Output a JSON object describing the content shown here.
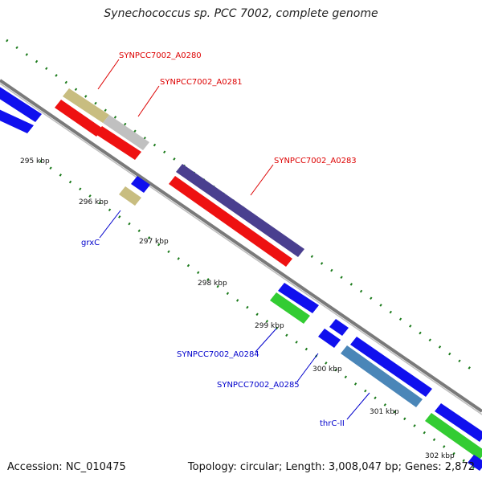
{
  "title": "Synechococcus sp. PCC 7002, complete genome",
  "accession": "Accession: NC_010475",
  "topology": "Topology: circular; Length: 3,008,047 bp; Genes: 2,872",
  "ticks": [
    "295 kbp",
    "296 kbp",
    "297 kbp",
    "298 kbp",
    "299 kbp",
    "300 kbp",
    "301 kbp",
    "302 kbp"
  ],
  "gene_labels": {
    "a0280": "SYNPCC7002_A0280",
    "a0281": "SYNPCC7002_A0281",
    "a0283": "SYNPCC7002_A0283",
    "grxc": "grxC",
    "a0284": "SYNPCC7002_A0284",
    "a0285": "SYNPCC7002_A0285",
    "thrc": "thrC-II"
  },
  "colors": {
    "blue_cds": "#1010ee",
    "red_cds": "#ee1111",
    "khaki": "#c8bd80",
    "grey": "#c0c0c0",
    "purple": "#4a3f8f",
    "green": "#33cc33",
    "steel": "#4a86b8",
    "backbone": "#7a7a7a",
    "tick": "#1a7a1a",
    "label_red": "#dd0000",
    "label_blue": "#0000cc"
  }
}
